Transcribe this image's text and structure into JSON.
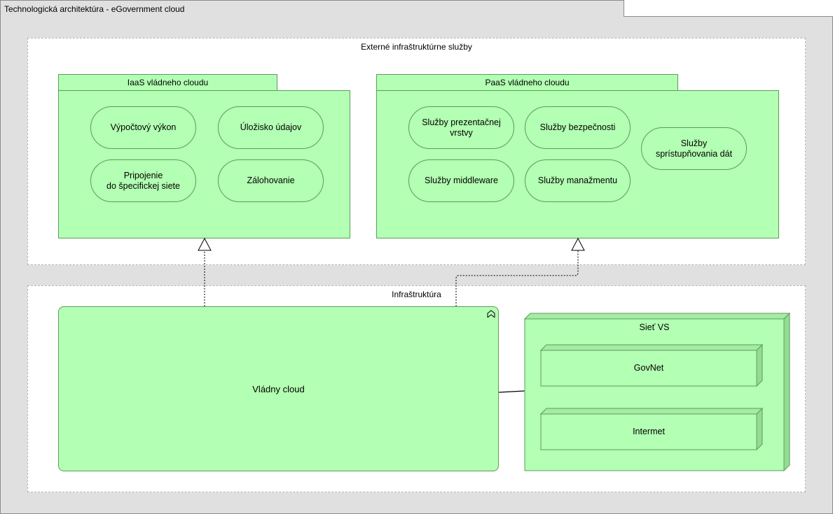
{
  "view": {
    "title": "Technologická architektúra - eGovernment cloud"
  },
  "groups": {
    "external": {
      "title": "Externé infraštruktúrne služby"
    },
    "infra": {
      "title": "Infraštruktúra"
    }
  },
  "iaas": {
    "title": "IaaS vládneho cloudu",
    "services": [
      "Výpočtový výkon",
      "Úložisko údajov",
      "Pripojenie\ndo špecifickej siete",
      "Zálohovanie"
    ]
  },
  "paas": {
    "title": "PaaS vládneho cloudu",
    "services": [
      "Služby prezentačnej\nvrstvy",
      "Služby bezpečnosti",
      "Služby\nsprístupňovania dát",
      "Služby middleware",
      "Služby manažmentu"
    ]
  },
  "nodes": {
    "cloud": {
      "label": "Vládny cloud",
      "icon": "node-icon"
    },
    "network": {
      "label": "Sieť VS",
      "devices": [
        "GovNet",
        "Intermet"
      ]
    }
  },
  "colors": {
    "element_fill": "#b3ffb3",
    "element_border": "#5c9c5c",
    "view_background": "#e0e0e0"
  }
}
